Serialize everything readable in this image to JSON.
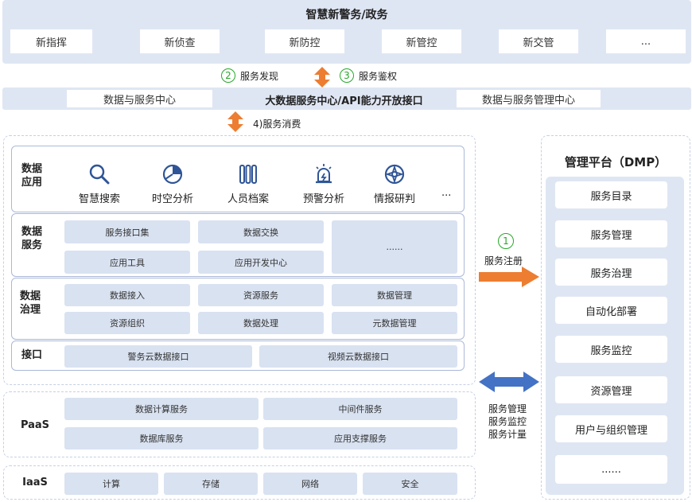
{
  "top": {
    "title": "智慧新警务/政务",
    "items": [
      "新指挥",
      "新侦查",
      "新防控",
      "新管控",
      "新交管",
      "..."
    ]
  },
  "flow": {
    "discover_num": "2",
    "discover": "服务发现",
    "auth_num": "3",
    "auth": "服务鉴权",
    "consume": "4)服务消费",
    "register_num": "1",
    "register": "服务注册",
    "manage_lines": [
      "服务管理",
      "服务监控",
      "服务计量"
    ]
  },
  "middle_bar": {
    "left": "数据与服务中心",
    "center": "大数据服务中心/API能力开放接口",
    "right": "数据与服务管理中心"
  },
  "data_app": {
    "label": "数据\n应用",
    "items": [
      {
        "label": "智慧搜索",
        "icon": "search-icon"
      },
      {
        "label": "时空分析",
        "icon": "pie-chart-icon"
      },
      {
        "label": "人员档案",
        "icon": "archive-icon"
      },
      {
        "label": "预警分析",
        "icon": "alarm-icon"
      },
      {
        "label": "情报研判",
        "icon": "compass-icon"
      }
    ],
    "more": "..."
  },
  "data_service": {
    "label": "数据\n服务",
    "cells": [
      "服务接口集",
      "数据交换",
      "应用工具",
      "应用开发中心"
    ],
    "more": "......"
  },
  "data_govern": {
    "label": "数据\n治理",
    "cells": [
      "数据接入",
      "资源服务",
      "数据管理",
      "资源组织",
      "数据处理",
      "元数据管理"
    ]
  },
  "interface": {
    "label": "接口",
    "cells": [
      "警务云数据接口",
      "视频云数据接口"
    ]
  },
  "paas": {
    "label": "PaaS",
    "cells": [
      "数据计算服务",
      "中间件服务",
      "数据库服务",
      "应用支撑服务"
    ]
  },
  "iaas": {
    "label": "IaaS",
    "cells": [
      "计算",
      "存储",
      "网络",
      "安全"
    ]
  },
  "dmp": {
    "title": "管理平台（DMP）",
    "items": [
      "服务目录",
      "服务管理",
      "服务治理",
      "自动化部署",
      "服务监控",
      "资源管理",
      "用户与组织管理",
      "......"
    ]
  },
  "colors": {
    "orange": "#ed7d31",
    "blue": "#4472c4",
    "green": "#27a82a",
    "panel": "#dfe6f3"
  }
}
